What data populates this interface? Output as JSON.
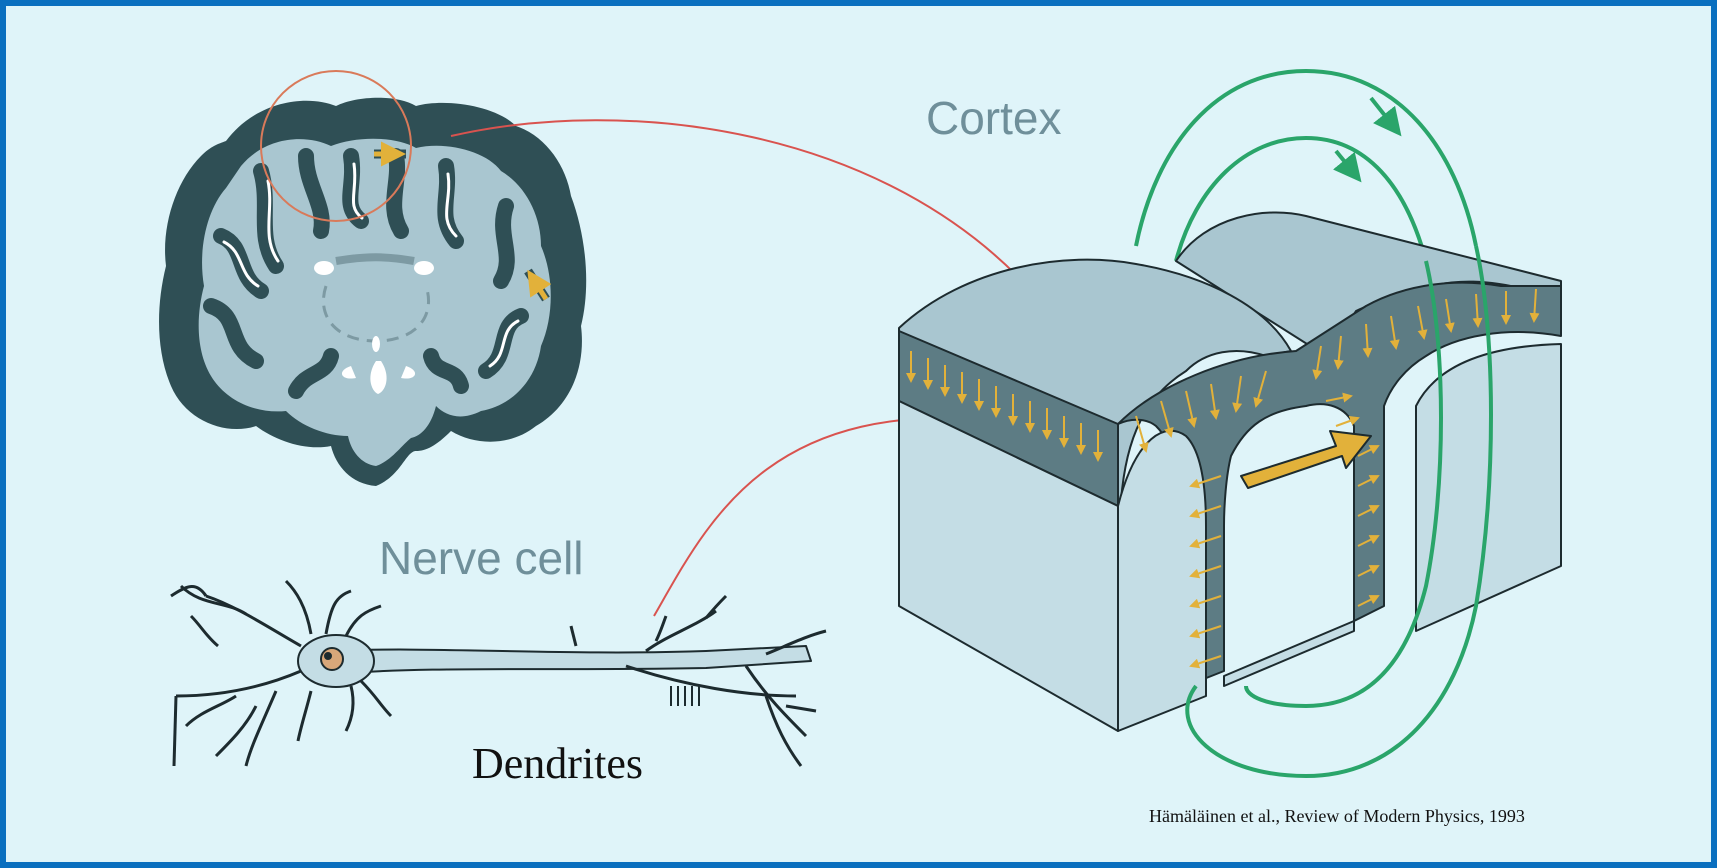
{
  "labels": {
    "cortex": "Cortex",
    "nerve_cell": "Nerve cell",
    "dendrites": "Dendrites",
    "citation": "Hämäläinen et al., Review of Modern Physics, 1993"
  },
  "colors": {
    "slide_border": "#0a6fbf",
    "background": "#dff4f9",
    "tissue_light": "#a9c6d0",
    "tissue_dark": "#2f4f55",
    "gray_matter": "#5d7c84",
    "block_side": "#c4dde5",
    "current_arrows": "#e2b13a",
    "magnetic_field": "#2aa56a",
    "connector_lines": "#d9534f",
    "labels": "#6f8f9a"
  }
}
